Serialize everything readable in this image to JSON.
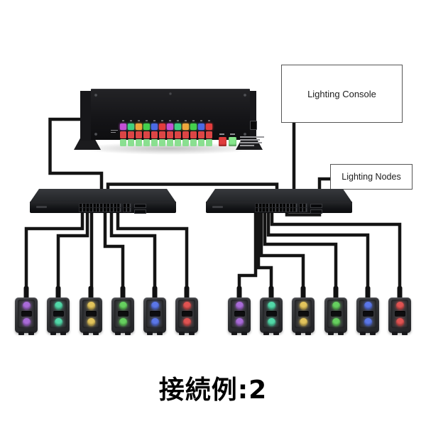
{
  "caption": {
    "text": "接続例:2"
  },
  "console_label_box": {
    "text": "Lighting Console"
  },
  "nodes_label_box": {
    "text": "Lighting Nodes"
  },
  "console": {
    "top_row_colors": [
      "#c44fd6",
      "#3fd080",
      "#eea63c",
      "#44d04c",
      "#4a6ae4",
      "#e23c3c",
      "#c44fd6",
      "#3fd080",
      "#eea63c",
      "#44d04c",
      "#4a6ae4",
      "#e23c3c"
    ],
    "mid_row_color": "#dc4545",
    "bottom_row_color": "#8adf90",
    "side_buttons": [
      "#e03c3c",
      "#86e88c"
    ]
  },
  "switches": [
    {
      "id": "switch-left"
    },
    {
      "id": "switch-right"
    }
  ],
  "node_groups": [
    {
      "side": "left",
      "button_colors": [
        "#a96bd8",
        "#52d8a8",
        "#e2c45c",
        "#66d05f",
        "#5b77e8",
        "#e05352"
      ]
    },
    {
      "side": "right",
      "button_colors": [
        "#a96bd8",
        "#52d8a8",
        "#e2c45c",
        "#66d05f",
        "#5b77e8",
        "#e05352"
      ]
    }
  ],
  "connections": [
    {
      "from": "lighting-console-device",
      "to": "switch-left"
    },
    {
      "from": "switch-left",
      "to": "switch-right"
    },
    {
      "from": "lighting-console-label",
      "to": "switch-right"
    },
    {
      "from": "lighting-nodes-label",
      "to": "switch-right"
    },
    {
      "from": "switch-left",
      "to": "left-nodes-1-to-6"
    },
    {
      "from": "switch-right",
      "to": "right-nodes-1-to-6"
    }
  ]
}
